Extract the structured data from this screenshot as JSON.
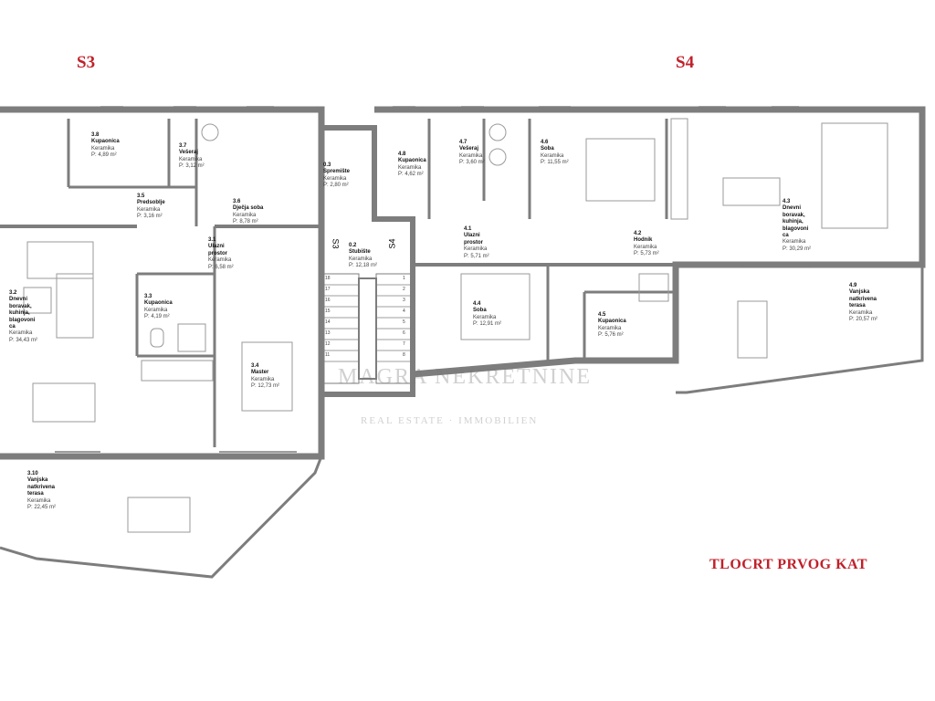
{
  "colors": {
    "wall": "#8a8a8a",
    "unit_label": "#c0202a",
    "text": "#111111"
  },
  "units": {
    "left": "S3",
    "right": "S4"
  },
  "footer_title": "TLOCRT PRVOG KAT",
  "stair": {
    "arrow_left": "S3",
    "arrow_right": "S4",
    "steps": [
      "18",
      "17",
      "16",
      "15",
      "14",
      "13",
      "12",
      "11",
      "1",
      "2",
      "3",
      "4",
      "5",
      "6",
      "7",
      "8"
    ]
  },
  "watermark": {
    "line1": "MAGRA NEKRETNINE",
    "line2": "REAL ESTATE · IMMOBILIEN"
  },
  "rooms": [
    {
      "id": "3.8",
      "name": "Kupaonica",
      "material": "Keramika",
      "area": "P: 4,89 m²"
    },
    {
      "id": "3.7",
      "name": "Vešeraj",
      "material": "Keramika",
      "area": "P: 3,12 m²"
    },
    {
      "id": "3.5",
      "name": "Predsoblje",
      "material": "Keramika",
      "area": "P: 3,16 m²"
    },
    {
      "id": "3.6",
      "name": "Dječja soba",
      "material": "Keramika",
      "area": "P: 8,78 m²"
    },
    {
      "id": "3.1",
      "name": "Ulazni\nprostor",
      "material": "Keramika",
      "area": "P: 6,58 m²"
    },
    {
      "id": "3.3",
      "name": "Kupaonica",
      "material": "Keramika",
      "area": "P: 4,19 m²"
    },
    {
      "id": "3.2",
      "name": "Dnevni\nboravak,\nkuhinja,\nblagovoni\nca",
      "material": "Keramika",
      "area": "P: 34,43 m²"
    },
    {
      "id": "3.4",
      "name": "Master",
      "material": "Keramika",
      "area": "P: 12,73 m²"
    },
    {
      "id": "3.10",
      "name": "Vanjska\nnatkrivena\nterasa",
      "material": "Keramika",
      "area": "P: 22,45 m²"
    },
    {
      "id": "0.3",
      "name": "Spremište",
      "material": "Keramika",
      "area": "P: 2,80 m²"
    },
    {
      "id": "0.2",
      "name": "Stubište",
      "material": "Keramika",
      "area": "P: 12,18 m²"
    },
    {
      "id": "4.8",
      "name": "Kupaonica",
      "material": "Keramika",
      "area": "P: 4,62 m²"
    },
    {
      "id": "4.7",
      "name": "Vešeraj",
      "material": "Keramika",
      "area": "P: 3,60 m²"
    },
    {
      "id": "4.6",
      "name": "Soba",
      "material": "Keramika",
      "area": "P: 11,55 m²"
    },
    {
      "id": "4.3",
      "name": "Dnevni\nboravak,\nkuhinja,\nblagovoni\nca",
      "material": "Keramika",
      "area": "P: 30,29 m²"
    },
    {
      "id": "4.1",
      "name": "Ulazni\nprostor",
      "material": "Keramika",
      "area": "P: 5,71 m²"
    },
    {
      "id": "4.2",
      "name": "Hodnik",
      "material": "Keramika",
      "area": "P: 5,73 m²"
    },
    {
      "id": "4.4",
      "name": "Soba",
      "material": "Keramika",
      "area": "P: 12,91 m²"
    },
    {
      "id": "4.5",
      "name": "Kupaonica",
      "material": "Keramika",
      "area": "P: 5,76 m²"
    },
    {
      "id": "4.9",
      "name": "Vanjska\nnatkrivena\nterasa",
      "material": "Keramika",
      "area": "P: 20,57 m²"
    }
  ]
}
